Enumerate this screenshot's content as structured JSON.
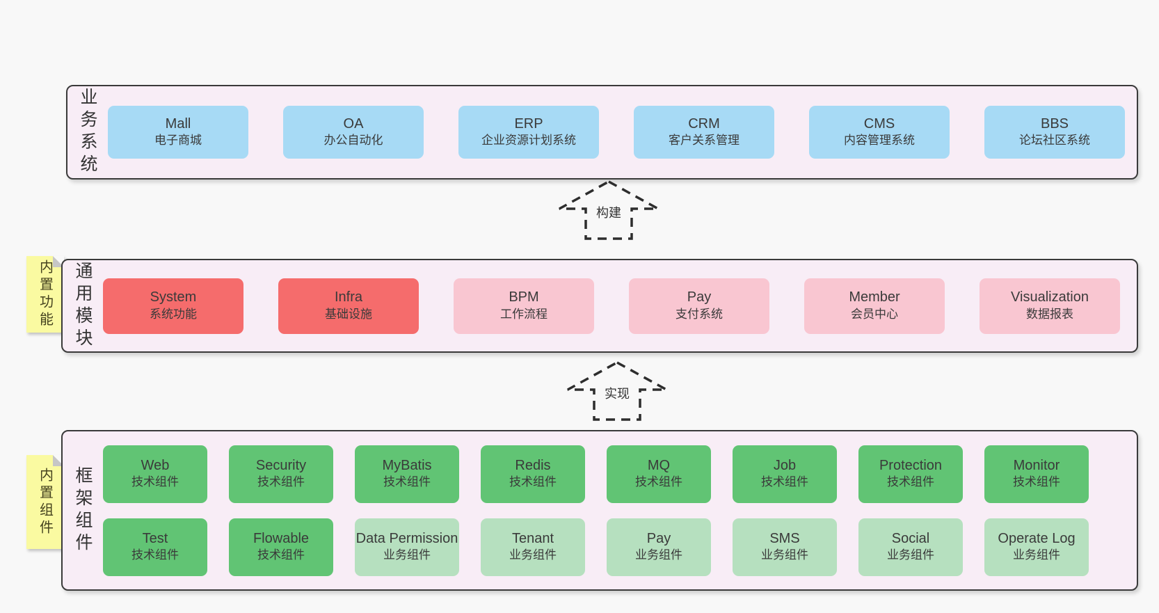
{
  "bands": [
    {
      "id": "business-systems",
      "label": "业务系统",
      "rows": [
        [
          {
            "name": "Mall",
            "desc": "电子商城",
            "variant": "blue"
          },
          {
            "name": "OA",
            "desc": "办公自动化",
            "variant": "blue"
          },
          {
            "name": "ERP",
            "desc": "企业资源计划系统",
            "variant": "blue"
          },
          {
            "name": "CRM",
            "desc": "客户关系管理",
            "variant": "blue"
          },
          {
            "name": "CMS",
            "desc": "内容管理系统",
            "variant": "blue"
          },
          {
            "name": "BBS",
            "desc": "论坛社区系统",
            "variant": "blue"
          }
        ]
      ]
    },
    {
      "id": "common-modules",
      "label": "通用模块",
      "rows": [
        [
          {
            "name": "System",
            "desc": "系统功能",
            "variant": "red"
          },
          {
            "name": "Infra",
            "desc": "基础设施",
            "variant": "red"
          },
          {
            "name": "BPM",
            "desc": "工作流程",
            "variant": "pink"
          },
          {
            "name": "Pay",
            "desc": "支付系统",
            "variant": "pink"
          },
          {
            "name": "Member",
            "desc": "会员中心",
            "variant": "pink"
          },
          {
            "name": "Visualization",
            "desc": "数据报表",
            "variant": "pink"
          }
        ]
      ]
    },
    {
      "id": "framework-components",
      "label": "框架组件",
      "rows": [
        [
          {
            "name": "Web",
            "desc": "技术组件",
            "variant": "green"
          },
          {
            "name": "Security",
            "desc": "技术组件",
            "variant": "green"
          },
          {
            "name": "MyBatis",
            "desc": "技术组件",
            "variant": "green"
          },
          {
            "name": "Redis",
            "desc": "技术组件",
            "variant": "green"
          },
          {
            "name": "MQ",
            "desc": "技术组件",
            "variant": "green"
          },
          {
            "name": "Job",
            "desc": "技术组件",
            "variant": "green"
          },
          {
            "name": "Protection",
            "desc": "技术组件",
            "variant": "green"
          },
          {
            "name": "Monitor",
            "desc": "技术组件",
            "variant": "green"
          }
        ],
        [
          {
            "name": "Test",
            "desc": "技术组件",
            "variant": "green"
          },
          {
            "name": "Flowable",
            "desc": "技术组件",
            "variant": "green"
          },
          {
            "name": "Data Permission",
            "desc": "业务组件",
            "variant": "lightgreen"
          },
          {
            "name": "Tenant",
            "desc": "业务组件",
            "variant": "lightgreen"
          },
          {
            "name": "Pay",
            "desc": "业务组件",
            "variant": "lightgreen"
          },
          {
            "name": "SMS",
            "desc": "业务组件",
            "variant": "lightgreen"
          },
          {
            "name": "Social",
            "desc": "业务组件",
            "variant": "lightgreen"
          },
          {
            "name": "Operate Log",
            "desc": "业务组件",
            "variant": "lightgreen"
          }
        ]
      ]
    }
  ],
  "notes": [
    {
      "text": "内置功能"
    },
    {
      "text": "内置组件"
    }
  ],
  "arrows": [
    {
      "label": "构建"
    },
    {
      "label": "实现"
    }
  ],
  "colors": {
    "blue": "#a7daf5",
    "red": "#f56c6c",
    "pink": "#f9c6d1",
    "green": "#61c474",
    "lightgreen": "#b6e0bf",
    "band_bg": "#f8edf6",
    "band_border": "#3a3a3a",
    "note_bg": "#fafaa1",
    "note_fold": "#c6c6c6",
    "page_bg": "#f8f8f8",
    "text": "#3a3a3a"
  }
}
